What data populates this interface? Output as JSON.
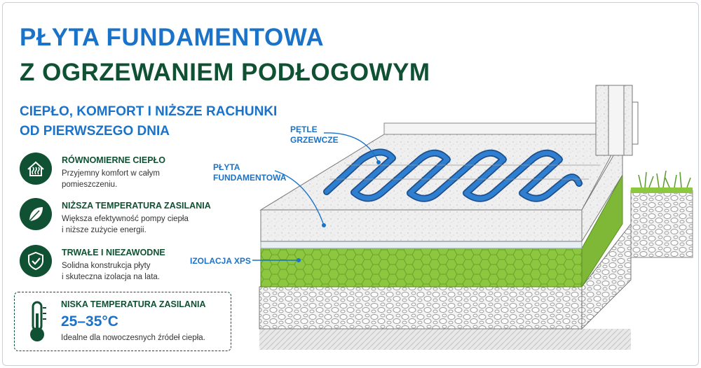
{
  "title_line1": "PŁYTA FUNDAMENTOWA",
  "title_line2": "Z OGRZEWANIEM PODŁOGOWYM",
  "subtitle_line1": "CIEPŁO, KOMFORT I NIŻSZE RACHUNKI",
  "subtitle_line2": "OD PIERWSZEGO DNIA",
  "features": [
    {
      "title": "RÓWNOMIERNE CIEPŁO",
      "line1": "Przyjemny komfort w całym",
      "line2": "pomieszczeniu.",
      "icon": "house-heat-icon"
    },
    {
      "title": "NIŻSZA TEMPERATURA ZASILANIA",
      "line1": "Większa efektywność pompy ciepła",
      "line2": "i niższe zużycie energii.",
      "icon": "leaf-icon"
    },
    {
      "title": "TRWAŁE I NIEZAWODNE",
      "line1": "Solidna konstrukcja płyty",
      "line2": "i skuteczna izolacja na lata.",
      "icon": "shield-icon"
    }
  ],
  "highlight": {
    "title": "NISKA TEMPERATURA ZASILANIA",
    "value": "25–35°C",
    "desc": "Idealne dla nowoczesnych źródeł ciepła.",
    "icon": "thermometer-icon"
  },
  "diagram_labels": {
    "loops_line1": "PĘTLE",
    "loops_line2": "GRZEWCZE",
    "slab_line1": "PŁYTA",
    "slab_line2": "FUNDAMENTOWA",
    "xps": "IZOLACJA XPS"
  },
  "colors": {
    "blue": "#1a73c9",
    "dark_green": "#0f5132",
    "insulation_green": "#8dc63f",
    "pipe_blue": "#2f7fd1"
  }
}
